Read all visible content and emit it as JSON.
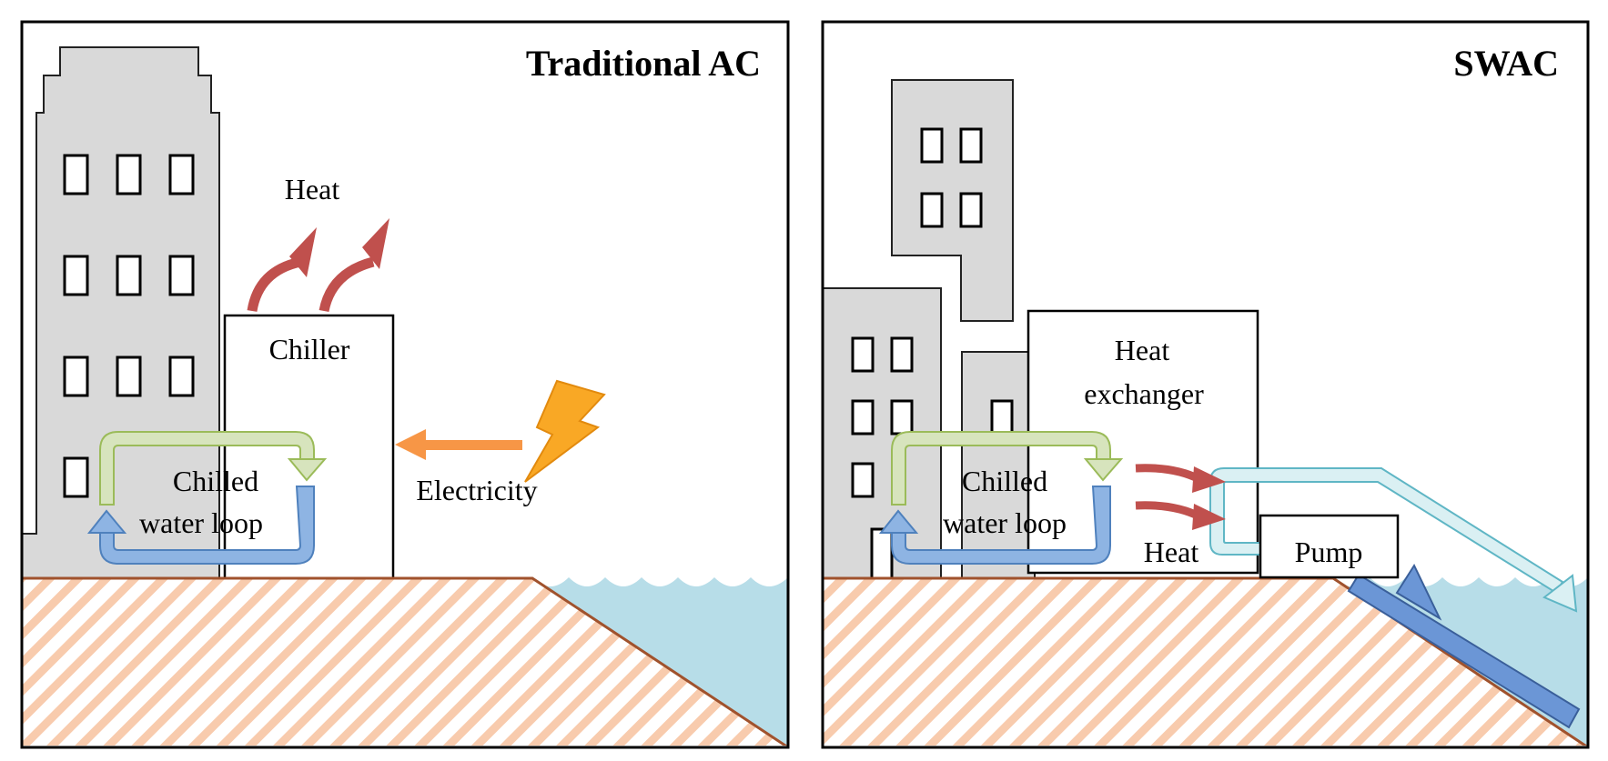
{
  "panels": {
    "left": {
      "title": "Traditional AC",
      "heat_label": "Heat",
      "chiller_label": "Chiller",
      "loop_label_line1": "Chilled",
      "loop_label_line2": "water loop",
      "electricity_label": "Electricity"
    },
    "right": {
      "title": "SWAC",
      "hx_label_line1": "Heat",
      "hx_label_line2": "exchanger",
      "loop_label_line1": "Chilled",
      "loop_label_line2": "water loop",
      "heat_label": "Heat",
      "pump_label": "Pump"
    }
  },
  "colors": {
    "building": "#d9d9d9",
    "ground_hatch": "#f8cbad",
    "ground_line": "#a0522d",
    "sea": "#b7dde8",
    "heat_arrow": "#c0504d",
    "electricity_arrow": "#f79646",
    "lightning": "#f9a825",
    "loop_green": "#d7e4bd",
    "loop_blue": "#8eb4e3",
    "pipe_out": "#daf0f3",
    "pipe_in": "#6b96d6"
  }
}
